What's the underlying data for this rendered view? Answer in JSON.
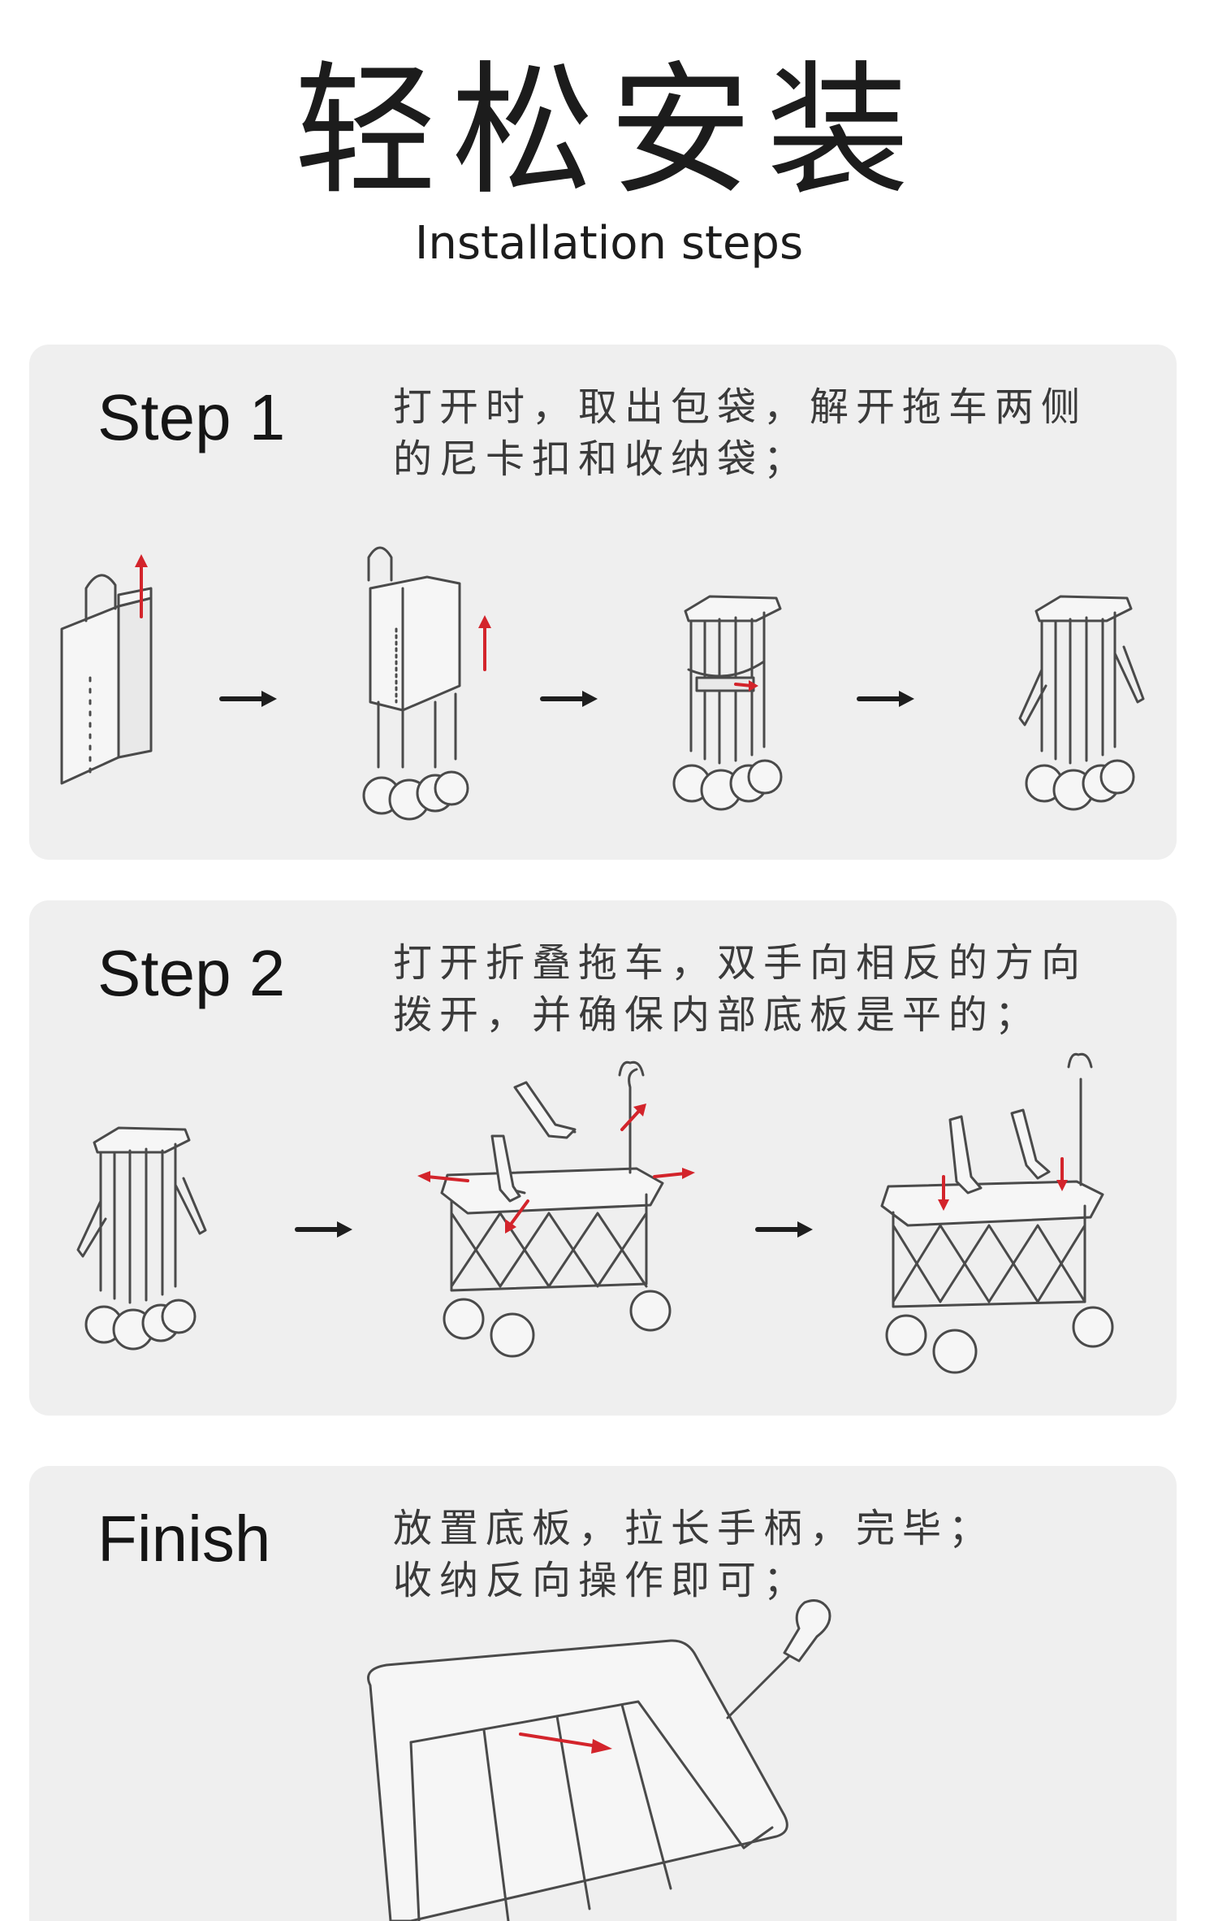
{
  "header": {
    "title_cn": "轻松安装",
    "title_en": "Installation steps"
  },
  "steps": [
    {
      "label": "Step 1",
      "desc_line1": "打开时，取出包袋，解开拖车两侧",
      "desc_line2": "的尼卡扣和收纳袋；"
    },
    {
      "label": "Step 2",
      "desc_line1": "打开折叠拖车，双手向相反的方向",
      "desc_line2": "拨开，并确保内部底板是平的；"
    },
    {
      "label": "Finish",
      "desc_line1": "放置底板，拉长手柄，完毕；",
      "desc_line2": "收纳反向操作即可；"
    }
  ],
  "colors": {
    "card_background": "#efefef",
    "accent_red": "#d3242b",
    "text_dark": "#1c1c1c",
    "line_art": "#4a4a4a"
  },
  "icons": [
    "bag-icon",
    "folded-wagon-icon",
    "arrow-right-icon",
    "open-wagon-icon",
    "hand-icon",
    "handle-icon"
  ]
}
